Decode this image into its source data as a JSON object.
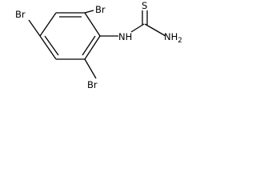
{
  "molecule": {
    "atoms": {
      "br_top_left": "Br",
      "br_top_right": "Br",
      "br_bottom": "Br",
      "nh": "NH",
      "s": "S",
      "nh2_main": "NH",
      "nh2_sub": "2"
    },
    "colors": {
      "bond": "#000000",
      "label": "#000000",
      "background": "#ffffff"
    }
  }
}
